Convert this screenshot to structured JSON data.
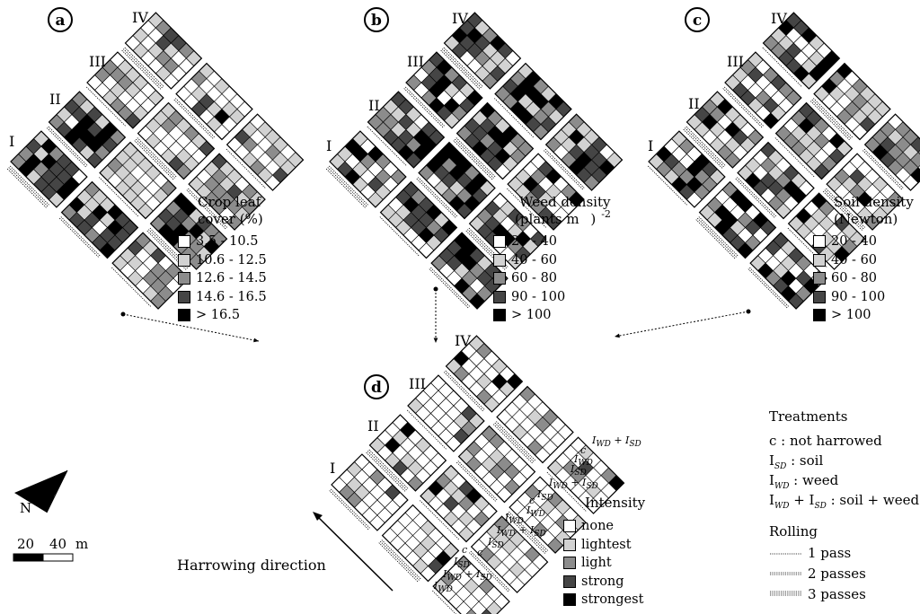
{
  "colors": {
    "c0": "#ffffff",
    "c1": "#d2d2d2",
    "c2": "#8c8c8c",
    "c3": "#454545",
    "c4": "#000000"
  },
  "panels": {
    "a": {
      "letter": "a",
      "reps": [
        "I",
        "II",
        "III",
        "IV"
      ],
      "legend_title_1": "Crop leaf",
      "legend_title_2": "cover (%)",
      "classes": [
        "3.5 - 10.5",
        "10.6 - 12.5",
        "12.6 - 14.5",
        "14.6 - 16.5",
        "> 16.5"
      ]
    },
    "b": {
      "letter": "b",
      "reps": [
        "I",
        "II",
        "III",
        "IV"
      ],
      "legend_title_1": "Weed density",
      "legend_title_2": "(plants m",
      "legend_sup": "-2",
      "legend_paren": ")",
      "classes": [
        "20 - 40",
        "40 - 60",
        "60 - 80",
        "90 - 100",
        "> 100"
      ]
    },
    "c": {
      "letter": "c",
      "reps": [
        "I",
        "II",
        "III",
        "IV"
      ],
      "legend_title_1": "Soil density",
      "legend_title_2": "(Newton)",
      "classes": [
        "20 - 40",
        "40 - 60",
        "60 - 80",
        "90 - 100",
        "> 100"
      ]
    },
    "d": {
      "letter": "d",
      "reps": [
        "I",
        "II",
        "III",
        "IV"
      ],
      "legend_title_1": "Intensity",
      "classes": [
        "none",
        "lightest",
        "light",
        "strong",
        "strongest"
      ]
    }
  },
  "plot_labels": {
    "c": "c",
    "isd": "I",
    "isd_sub": "SD",
    "iwd": "I",
    "iwd_sub": "WD",
    "both_a": "I",
    "both_a_sub": "WD",
    "both_plus": "+ I",
    "both_b_sub": "SD"
  },
  "treatments": {
    "title": "Treatments",
    "c_text": "c : not harrowed",
    "isd_text": " : soil",
    "iwd_text": " : weed",
    "both_text": " : soil + weed"
  },
  "rolling": {
    "title": "Rolling",
    "items": [
      "1 pass",
      "2 passes",
      "3 passes"
    ]
  },
  "north": {
    "label": "N"
  },
  "scale": {
    "t1": "20",
    "t2": "40",
    "unit": "m"
  },
  "harrowing": {
    "label": "Harrowing direction"
  }
}
